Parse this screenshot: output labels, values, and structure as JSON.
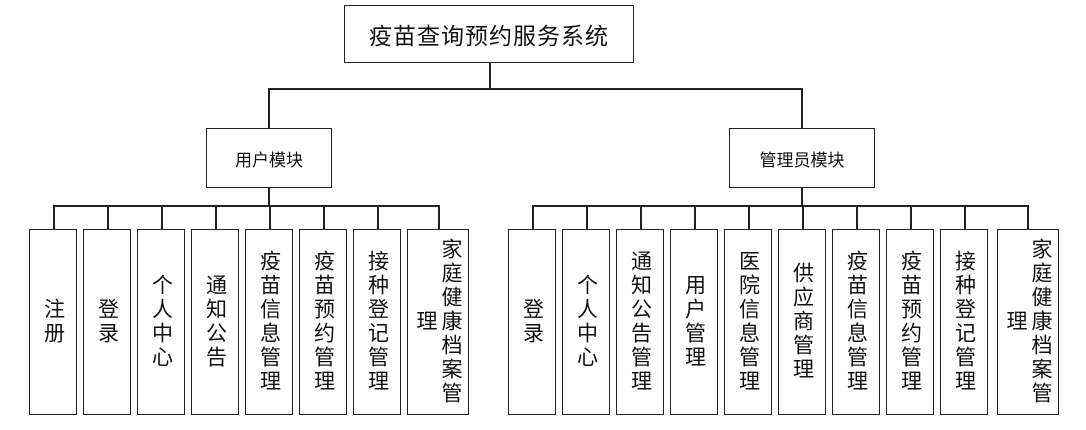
{
  "root": {
    "label": "疫苗查询预约服务系统"
  },
  "modules": [
    {
      "key": "user",
      "label": "用户模块",
      "children": [
        "注册",
        "登录",
        "个人中心",
        "通知公告",
        "疫苗信息管理",
        "疫苗预约管理",
        "接种登记管理",
        "家庭健康档案管理"
      ]
    },
    {
      "key": "admin",
      "label": "管理员模块",
      "children": [
        "登录",
        "个人中心",
        "通知公告管理",
        "用户管理",
        "医院信息管理",
        "供应商管理",
        "疫苗信息管理",
        "疫苗预约管理",
        "接种登记管理",
        "家庭健康档案管理"
      ]
    }
  ]
}
